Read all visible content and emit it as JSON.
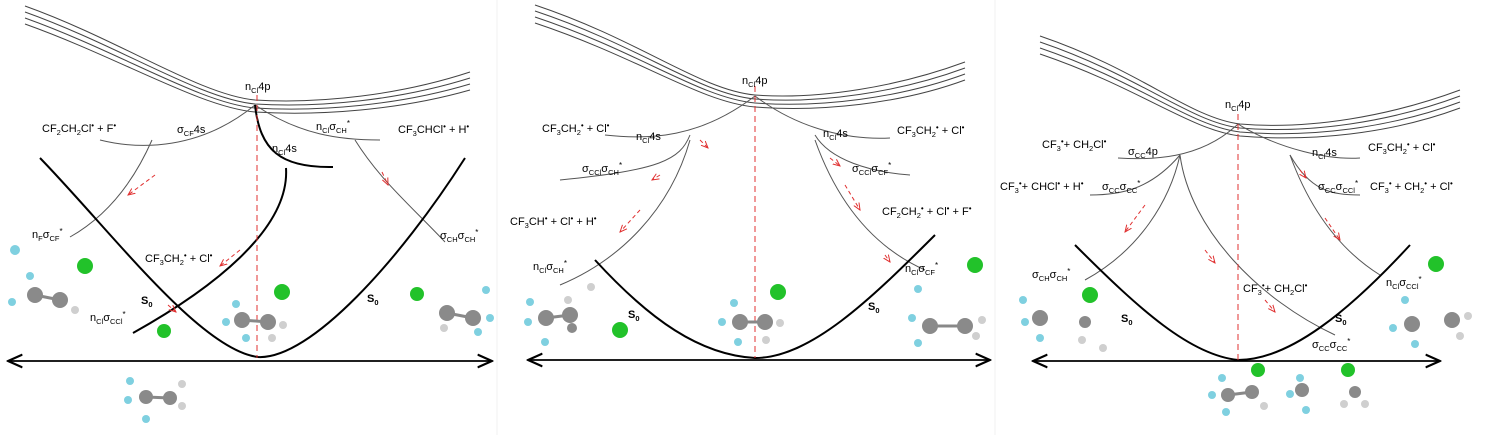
{
  "colors": {
    "curve": "#000000",
    "thin": "#555555",
    "dashed": "#e03030",
    "carbon": "#8a8a8a",
    "fluorine": "#7fd0e0",
    "chlorine": "#22c22a",
    "hydrogen": "#cfcfcf"
  },
  "panels": [
    {
      "ground_state": "S₀",
      "labels": {
        "top": "nᴄₗ 4p",
        "left_top": "CF₂CH₂Cl• + F•",
        "sigma_cf_4s": "σCF4s",
        "ncl_sigma_ch": "nClσCH*",
        "right_top": "CF₃CHCl• + H•",
        "ncl_4s": "nCl4s",
        "nf_sigma_cf": "nFσCF*",
        "cf3ch2_cl": "CF₃CH₂• + Cl•",
        "ncl_sigma_ccl": "nClσCCl*",
        "sigma_ch_sigma_ch": "σCHσCH*"
      }
    },
    {
      "ground_state": "S₀",
      "labels": {
        "top": "nCl4p",
        "left_top": "CF₃CH₂• + Cl•",
        "ncl_4s_left": "nCl4s",
        "ncl_4s_right": "nCl4s",
        "right_top": "CF₃CH₂• + Cl•",
        "sigma_ccl_sigma_ch": "σCClσCH*",
        "sigma_ccl_sigma_cf": "σCClσCF*",
        "left_mid": "CF₃CH• + Cl• + H•",
        "right_mid": "CF₂CH₂• + Cl• + F•",
        "ncl_sigma_ch": "nClσCH*",
        "ncl_sigma_cf": "nClσCF*"
      }
    },
    {
      "ground_state": "S₀",
      "labels": {
        "top": "nCl4p",
        "left_top": "CF₃•+ CH₂Cl•",
        "sigma_cc_4p": "σCC4p",
        "ncl_4s": "nCl4s",
        "right_top": "CF₃CH₂• + Cl•",
        "left_mid": "CF₃•+ CHCl• + H•",
        "sigma_cc_sigma_cc": "σCCσCC*",
        "sigma_cc_sigma_ccl": "σCCσCCl*",
        "right_mid": "CF₃• + CH₂• + Cl•",
        "sigma_ch_sigma_ch": "σCHσCH*",
        "center": "CF₃•+ CH₂Cl•",
        "ncl_sigma_ccl": "nClσCCl*",
        "sigma_cc_sigma_cc_bottom": "σCCσCC*"
      }
    }
  ]
}
